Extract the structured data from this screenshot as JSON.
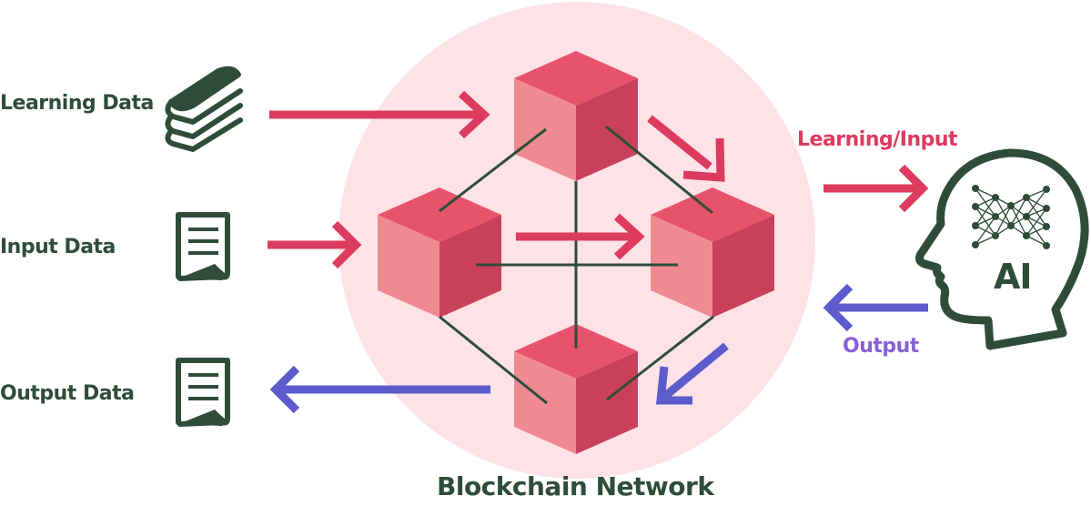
{
  "colors": {
    "dark_green": "#2f4c3a",
    "circle_fill": "#fde3e8",
    "cube_top": "#e8536c",
    "cube_left": "#f08a92",
    "cube_right": "#c9405a",
    "input_arrow": "#dd3b5e",
    "output_arrow": "#5b5bcc",
    "output_label": "#8a5fd6"
  },
  "left_items": [
    {
      "label": "Learning Data",
      "icon": "books-icon"
    },
    {
      "label": "Input Data",
      "icon": "document-icon"
    },
    {
      "label": "Output Data",
      "icon": "document-icon"
    }
  ],
  "network": {
    "title": "Blockchain Network",
    "blocks": [
      "top-block",
      "left-block",
      "right-block",
      "bottom-block"
    ]
  },
  "ai": {
    "icon": "ai-head-icon",
    "text": "AI",
    "learning_label": "Learning/Input",
    "output_label": "Output"
  }
}
